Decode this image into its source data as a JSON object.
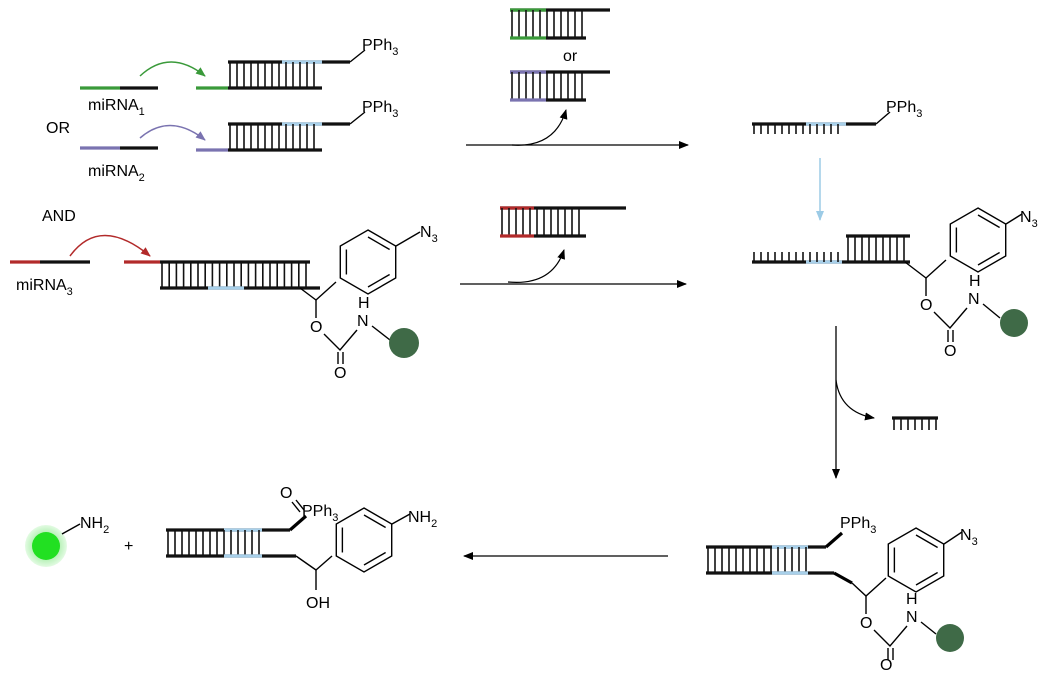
{
  "labels": {
    "mirna1": "miRNA",
    "mirna1_sub": "1",
    "mirna2": "miRNA",
    "mirna2_sub": "2",
    "mirna3": "miRNA",
    "mirna3_sub": "3",
    "or_upper": "OR",
    "and": "AND",
    "or_lower": "or",
    "pph3": "PPh",
    "pph3_sub": "3",
    "n3": "N",
    "n3_sub": "3",
    "o": "O",
    "h": "H",
    "n": "N",
    "nh2": "NH",
    "nh2_sub": "2",
    "oh": "OH",
    "plus": "+"
  },
  "colors": {
    "strand": "#111111",
    "mirna1": "#3a9a3a",
    "mirna2": "#7a73b0",
    "mirna3": "#b22a2a",
    "loop_highlight": "#a8d0ea",
    "arrow_blue": "#9ccbe6",
    "cargo_bead": "#3f6a47",
    "released_fluorophore": "#22e022",
    "halo": "#b3f0b3"
  }
}
